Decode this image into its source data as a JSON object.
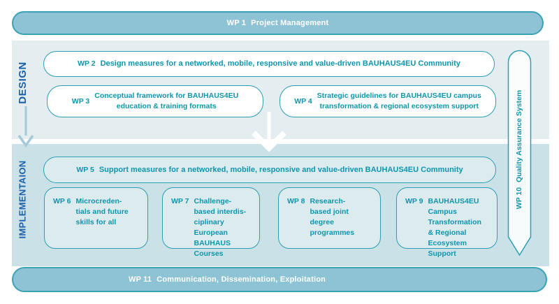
{
  "phases": {
    "design_label": "DESIGN",
    "implementation_label": "IMPLEMENTAION"
  },
  "icons": {
    "phase_arrow": "down-arrow",
    "flow_arrow": "down-arrow"
  },
  "colors": {
    "bar_fill": "#8ec3d6",
    "bar_border": "#3aa1b6",
    "teal_text": "#0f95ac",
    "box_border": "#2d9db3",
    "design_section_bg": "#e4eef1",
    "implementation_section_bg": "#cbe1e8",
    "light_box_fill": "#dcebee",
    "phase_label_blue": "#1d61ab",
    "phase_arrow_color": "#a4c9d9",
    "flow_arrow_color": "#ffffff"
  },
  "work_packages": {
    "wp1": {
      "id": "WP 1",
      "title": "Project Management"
    },
    "wp2": {
      "id": "WP 2",
      "title": "Design measures for a networked, mobile, responsive and value-driven BAUHAUS4EU Community"
    },
    "wp3": {
      "id": "WP 3",
      "title": "Conceptual framework for BAUHAUS4EU\neducation & training formats"
    },
    "wp4": {
      "id": "WP 4",
      "title": "Strategic guidelines for BAUHAUS4EU campus\ntransformation & regional ecosystem support"
    },
    "wp5": {
      "id": "WP 5",
      "title": "Support measures for a networked, mobile, responsive and value-driven BAUHAUS4EU Community"
    },
    "wp6": {
      "id": "WP 6",
      "title": "Microcreden-\ntials and future\nskills for all"
    },
    "wp7": {
      "id": "WP 7",
      "title": "Challenge-\nbased interdis-\nciplinary\nEuropean\nBAUHAUS\nCourses"
    },
    "wp8": {
      "id": "WP 8",
      "title": "Research-\nbased joint\ndegree\nprogrammes"
    },
    "wp9": {
      "id": "WP 9",
      "title": "BAUHAUS4EU\nCampus\nTransformation\n& Regional\nEcosystem\nSupport"
    },
    "wp10": {
      "id": "WP 10",
      "title": "Quality Assurance System"
    },
    "wp11": {
      "id": "WP 11",
      "title": "Communication, Dissemination, Exploitation"
    }
  }
}
